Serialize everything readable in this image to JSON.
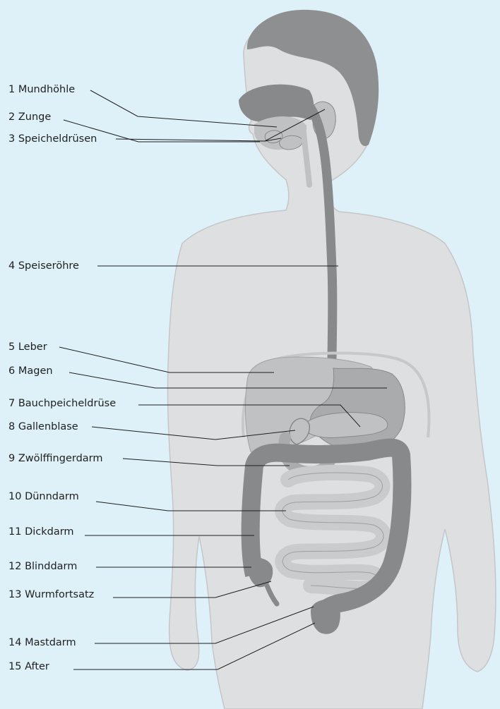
{
  "labels": [
    {
      "number": "1",
      "text": "Mundhöhle"
    },
    {
      "number": "2",
      "text": "Zunge"
    },
    {
      "number": "3",
      "text": "Speicheldrüsen"
    },
    {
      "number": "4",
      "text": "Speiseröhre"
    },
    {
      "number": "5",
      "text": "Leber"
    },
    {
      "number": "6",
      "text": "Magen"
    },
    {
      "number": "7",
      "text": "Bauchpeicheldrüse"
    },
    {
      "number": "8",
      "text": "Gallenblase"
    },
    {
      "number": "9",
      "text": "Zwölffingerdarm"
    },
    {
      "number": "10",
      "text": "Dünndarm"
    },
    {
      "number": "11",
      "text": "Dickdarm"
    },
    {
      "number": "12",
      "text": "Blinddarm"
    },
    {
      "number": "13",
      "text": "Wurmfortsatz"
    },
    {
      "number": "14",
      "text": "Mastdarm"
    },
    {
      "number": "15",
      "text": "After"
    }
  ],
  "colors": {
    "background": "#def0f8",
    "body": "#dedfe0",
    "body_outline": "#c4c6c8",
    "hair": "#8e8f90",
    "organ_dark": "#87898b",
    "organ_light": "#bfc1c3",
    "organ_pale": "#d7d8d9",
    "leader_line": "#1f1f1f"
  }
}
